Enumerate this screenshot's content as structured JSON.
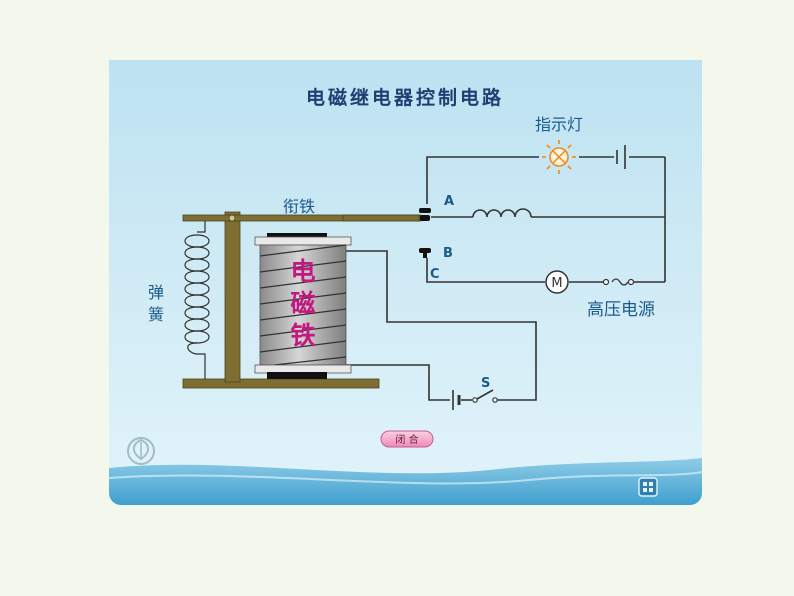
{
  "title": "电磁继电器控制电路",
  "labels": {
    "indicator_lamp": "指示灯",
    "armature": "衔铁",
    "spring": "弹簧",
    "electromagnet": "电磁铁",
    "high_voltage_source": "高压电源",
    "contact_a": "A",
    "contact_b": "B",
    "contact_c": "C",
    "switch_s": "S",
    "motor": "M"
  },
  "buttons": {
    "close": "闭 合"
  },
  "colors": {
    "background_top": "#bfe3f2",
    "background_bottom": "#e2f3f9",
    "title": "#1f3f73",
    "label": "#1b5a8c",
    "electromagnet_text": "#c2187f",
    "frame": "#7f6e33",
    "wire": "#333333",
    "lamp": "#f08a1e",
    "button": "#f6a6c8"
  },
  "icons": {
    "logo": "leaf-emblem-icon",
    "nav": "grid-menu-icon"
  }
}
